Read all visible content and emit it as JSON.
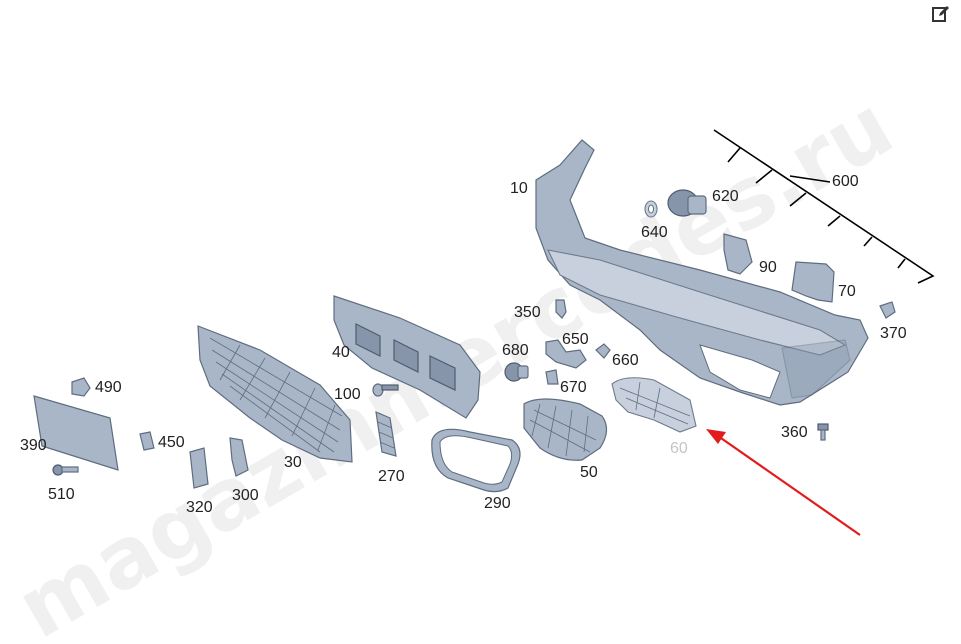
{
  "watermark": "magazinmercedes.ru",
  "colors": {
    "part_fill": "#a9b6c8",
    "part_stroke": "#5f6d80",
    "arrow": "#e21c1c",
    "label": "#222222",
    "highlight_label": "#c4c4c4"
  },
  "toolbar": {
    "edit_icon": "edit-icon"
  },
  "callouts": {
    "c10": "10",
    "c30": "30",
    "c40": "40",
    "c50": "50",
    "c60": "60",
    "c70": "70",
    "c90": "90",
    "c100": "100",
    "c270": "270",
    "c290": "290",
    "c300": "300",
    "c320": "320",
    "c350": "350",
    "c360": "360",
    "c370": "370",
    "c390": "390",
    "c450": "450",
    "c490": "490",
    "c510": "510",
    "c600": "600",
    "c620": "620",
    "c640": "640",
    "c650": "650",
    "c660": "660",
    "c670": "670",
    "c680": "680"
  }
}
